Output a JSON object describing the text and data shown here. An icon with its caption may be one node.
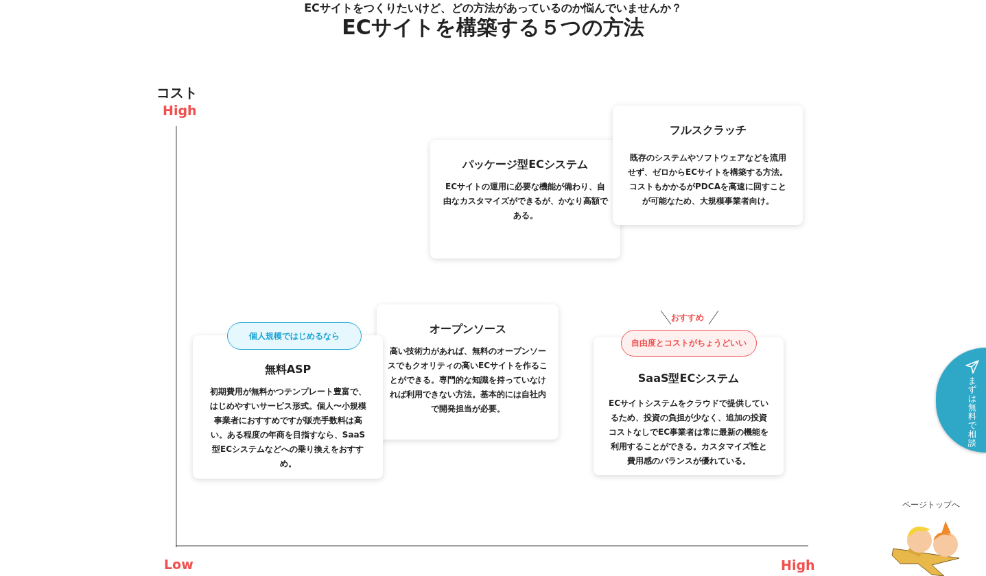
{
  "diagram": {
    "title": "ECサイトを構築する５つの方法",
    "nodes": [
      {
        "text": [
          "パッケージ型ECシステム",
          "ECサイトの運用に必要な機能が備わり、自由なカスタマイズができるが、かなり高額である。"
        ]
      },
      {
        "text": [
          "フルスクラッチ",
          "既存のシステムやソフトウェアなどを流用せず、ゼロからECサイトを構築する方法。コストもかかるがPDCAを高速に回すことが可能なため、大規模事業者向け。"
        ]
      },
      {
        "text": [
          "個人規模ではじめるなら"
        ]
      },
      {
        "text": [
          "無料ASP",
          "初期費用が無料かつテンプレート豊富で、はじめやすいサービス形式。個人〜小規模事業者におすすめですが販売手数料は高い。ある程度の年商を目指すなら、SaaS型ECシステムなどへの乗り換えをおすすめ。"
        ]
      },
      {
        "text": [
          "オープンソース",
          "高い技術力があれば、無料のオープンソースでもクオリティの高いECサイトを作ることができる。専門的な知識を持っていなければ利用できない方法。基本的には自社内で開発担当が必要。"
        ]
      },
      {
        "text": [
          "自由度とコストがちょうどいい"
        ]
      },
      {
        "text": [
          "SaaS型ECシステム",
          "ECサイトシステムをクラウドで提供しているため、投資の負担が少なく、追加の投資コストなしでEC事業者は常に最新の機能を利用することができる。カスタマイズ性と費用感のバランスが優れている。"
        ]
      },
      {
        "text": [
          "まずは無料で相談"
        ]
      }
    ],
    "labels": [
      "ECサイトをつくりたいけど、どの方法があっているのか悩んでいませんか？",
      "コスト",
      "High",
      "おすすめ",
      "Low",
      "High",
      "ページトップへ"
    ]
  }
}
